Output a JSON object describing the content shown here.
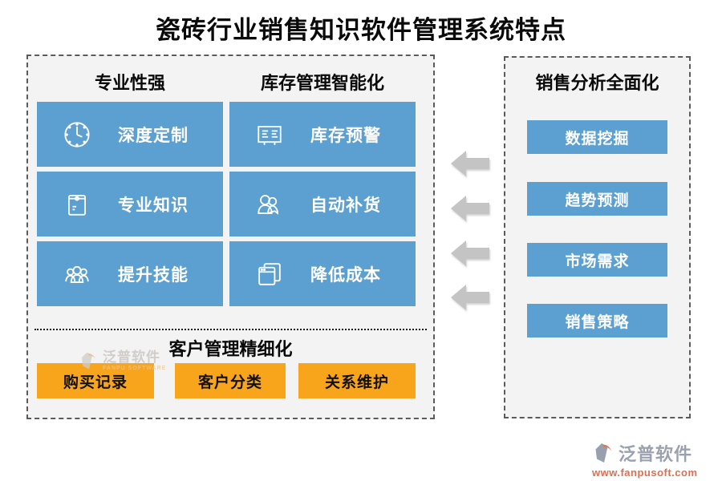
{
  "title": "瓷砖行业销售知识软件管理系统特点",
  "left_panel": {
    "sections": [
      {
        "header": "专业性强",
        "items": [
          {
            "label": "深度定制",
            "icon": "clock-icon"
          },
          {
            "label": "专业知识",
            "icon": "envelope-file-icon"
          },
          {
            "label": "提升技能",
            "icon": "people-group-icon"
          }
        ]
      },
      {
        "header": "库存管理智能化",
        "items": [
          {
            "label": "库存预警",
            "icon": "notice-board-icon"
          },
          {
            "label": "自动补货",
            "icon": "two-people-icon"
          },
          {
            "label": "降低成本",
            "icon": "stacked-windows-icon"
          }
        ]
      }
    ],
    "bottom": {
      "header": "客户管理精细化",
      "items": [
        "购买记录",
        "客户分类",
        "关系维护"
      ]
    }
  },
  "right_panel": {
    "header": "销售分析全面化",
    "items": [
      "数据挖掘",
      "趋势预测",
      "市场需求",
      "销售策略"
    ]
  },
  "arrows": {
    "count": 4,
    "direction": "left"
  },
  "watermark": {
    "name": "泛普软件",
    "sub": "FANPU SOFTWARE"
  },
  "footer": {
    "name": "泛普软件",
    "url": "www.fanpusoft.com"
  },
  "colors": {
    "feature_blue": "#5ca0d2",
    "feature_orange": "#f9a51b",
    "panel_bg": "#f3f3f3",
    "dashed_border": "#5b5b5b",
    "arrow_gray": "#c4c4c4",
    "footer_name_gray": "#9aa1af",
    "footer_url_orange": "#dd6f50"
  }
}
